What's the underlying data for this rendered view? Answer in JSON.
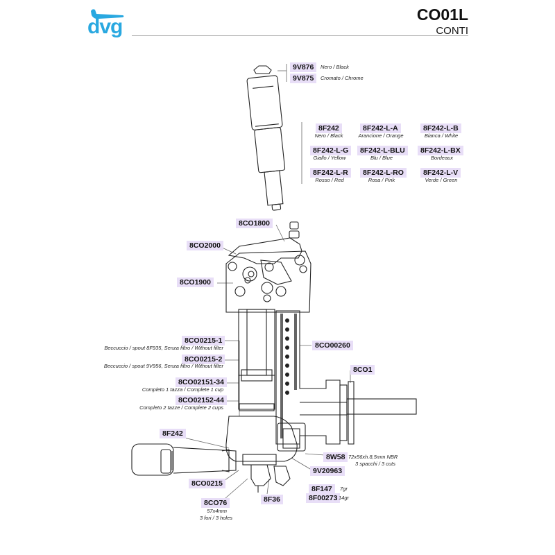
{
  "header": {
    "brand": "dvg",
    "model_code": "CO01L",
    "model_name": "CONTI",
    "brand_color": "#29a8e0"
  },
  "label_color": "#e8def7",
  "parts": {
    "p9V876": {
      "code": "9V876",
      "desc": "Nero / Black"
    },
    "p9V875": {
      "code": "9V875",
      "desc": "Cromato / Chrome"
    },
    "p8F242": {
      "code": "8F242",
      "desc": "Nero / Black"
    },
    "p8F242LA": {
      "code": "8F242-L-A",
      "desc": "Arancione / Orange"
    },
    "p8F242LB": {
      "code": "8F242-L-B",
      "desc": "Bianca / White"
    },
    "p8F242LG": {
      "code": "8F242-L-G",
      "desc": "Giallo / Yellow"
    },
    "p8F242LBLU": {
      "code": "8F242-L-BLU",
      "desc": "Blu / Blue"
    },
    "p8F242LBX": {
      "code": "8F242-L-BX",
      "desc": "Bordeaux"
    },
    "p8F242LR": {
      "code": "8F242-L-R",
      "desc": "Rosso / Red"
    },
    "p8F242LRO": {
      "code": "8F242-L-RO",
      "desc": "Rosa / Pink"
    },
    "p8F242LV": {
      "code": "8F242-L-V",
      "desc": "Verde / Green"
    },
    "p8CO1800": {
      "code": "8CO1800"
    },
    "p8CO2000": {
      "code": "8CO2000"
    },
    "p8CO1900": {
      "code": "8CO1900"
    },
    "p8CO02151": {
      "code": "8CO0215-1",
      "desc": "Beccuccio / spout 8F935, Senza filtro / Without filter"
    },
    "p8CO02152": {
      "code": "8CO0215-2",
      "desc": "Beccuccio / spout  9V956, Senza filtro / Without filter"
    },
    "p8CO0215134": {
      "code": "8CO02151-34",
      "desc": "Completo 1 tazza / Complete 1 cup"
    },
    "p8CO0215244": {
      "code": "8CO02152-44",
      "desc": "Completo 2 tazze / Complete 2 cups"
    },
    "p8CO00260": {
      "code": "8CO00260"
    },
    "p8CO1": {
      "code": "8CO1"
    },
    "p8F242b": {
      "code": "8F242"
    },
    "p8W58": {
      "code": "8W58",
      "desc1": "72x56xh.8,5mm NBR",
      "desc2": "3 spacchi / 3 cuts"
    },
    "p9V20963": {
      "code": "9V20963"
    },
    "p8CO0215": {
      "code": "8CO0215"
    },
    "p8F147": {
      "code": "8F147",
      "desc": "7gr"
    },
    "p8F00273": {
      "code": "8F00273",
      "desc": "14gr"
    },
    "p8CO76": {
      "code": "8CO76",
      "desc1": "57x4mm",
      "desc2": "3 fori / 3 holes"
    },
    "p8F36": {
      "code": "8F36"
    }
  }
}
